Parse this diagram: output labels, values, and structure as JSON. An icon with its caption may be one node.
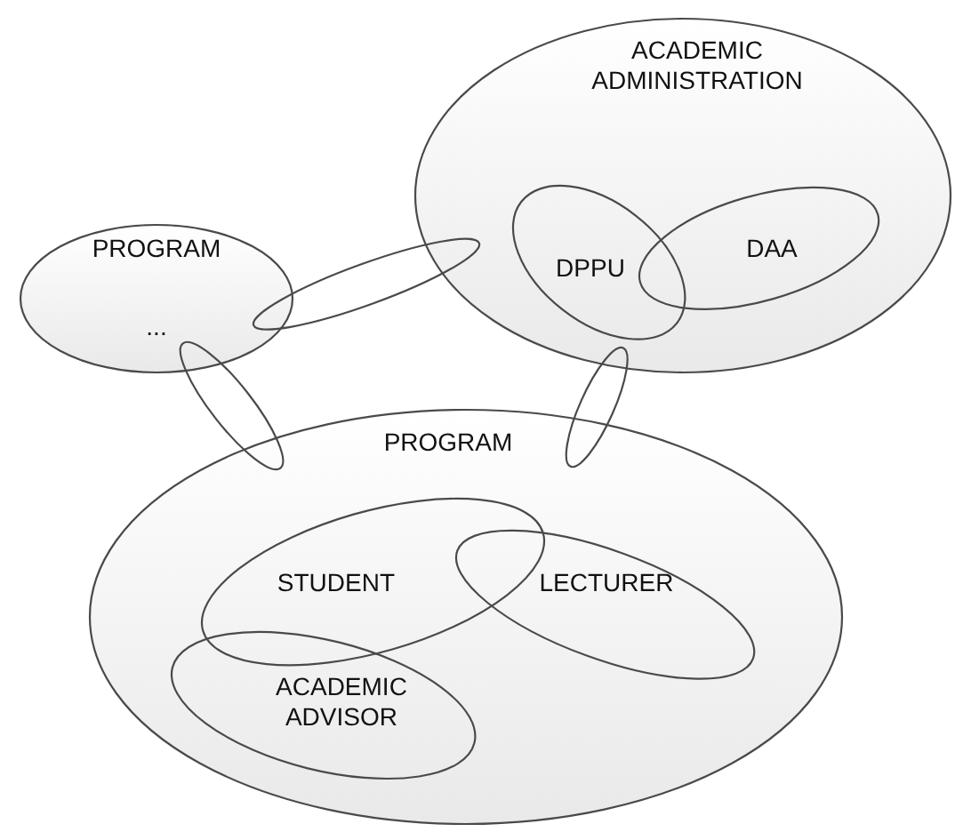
{
  "diagram": {
    "nodes": [
      {
        "text": [
          "ACADEMIC ADMINISTRATION"
        ]
      },
      {
        "text": [
          "DPPU"
        ],
        "in": 0
      },
      {
        "text": [
          "DAA"
        ],
        "in": 0
      },
      {
        "text": [
          "PROGRAM",
          "..."
        ]
      },
      {
        "text": [
          "PROGRAM"
        ]
      },
      {
        "text": [
          "STUDENT"
        ],
        "in": 4
      },
      {
        "text": [
          "LECTURER"
        ],
        "in": 4
      },
      {
        "text": [
          "ACADEMIC ADVISOR"
        ],
        "in": 4
      },
      {
        "text": [],
        "shape": "ellipse"
      },
      {
        "text": [],
        "shape": "ellipse"
      },
      {
        "text": [],
        "shape": "ellipse"
      }
    ]
  }
}
